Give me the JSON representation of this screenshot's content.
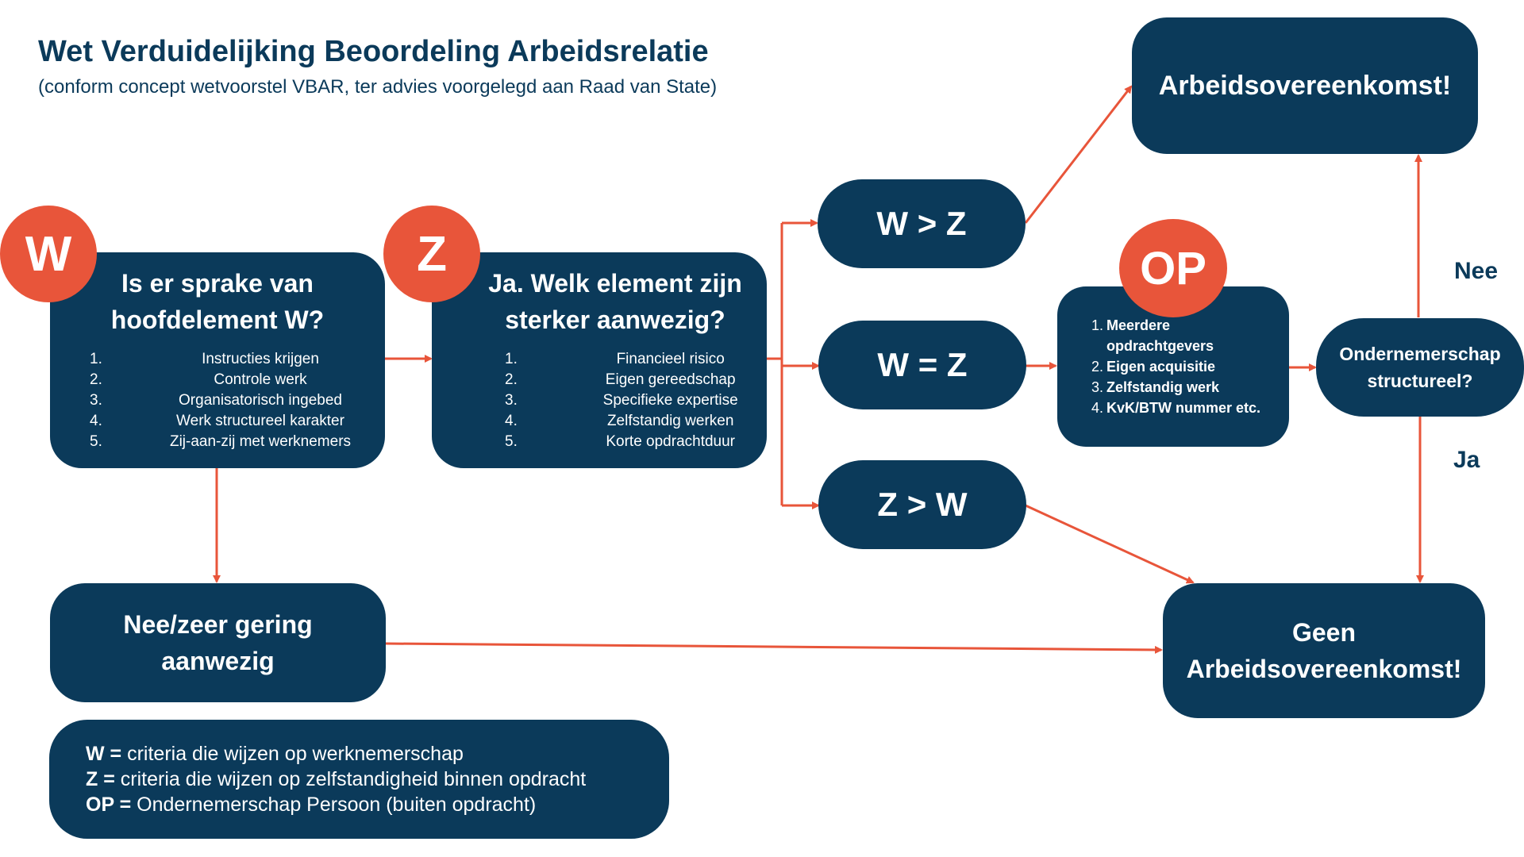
{
  "title": "Wet Verduidelijking Beoordeling Arbeidsrelatie",
  "subtitle": "(conform concept wetvoorstel VBAR, ter advies voorgelegd aan Raad van State)",
  "colors": {
    "navy": "#0b3a5a",
    "accent": "#e8553a",
    "background": "#ffffff"
  },
  "badges": {
    "w": "W",
    "z": "Z",
    "op": "OP"
  },
  "box_w": {
    "line1": "Is er sprake van",
    "line2": "hoofdelement W?",
    "items": [
      {
        "num": "1.",
        "text": "Instructies krijgen"
      },
      {
        "num": "2.",
        "text": "Controle werk"
      },
      {
        "num": "3.",
        "text": "Organisatorisch ingebed"
      },
      {
        "num": "4.",
        "text": "Werk structureel karakter"
      },
      {
        "num": "5.",
        "text": "Zij-aan-zij met werknemers"
      }
    ]
  },
  "box_z": {
    "line1": "Ja. Welk element zijn",
    "line2": "sterker aanwezig?",
    "items": [
      {
        "num": "1.",
        "text": "Financieel risico"
      },
      {
        "num": "2.",
        "text": "Eigen gereedschap"
      },
      {
        "num": "3.",
        "text": "Specifieke expertise"
      },
      {
        "num": "4.",
        "text": "Zelfstandig werken"
      },
      {
        "num": "5.",
        "text": "Korte opdrachtduur"
      }
    ]
  },
  "outcomes": {
    "w_gt_z": "W > Z",
    "w_eq_z": "W = Z",
    "z_gt_w": "Z > W"
  },
  "box_op": {
    "items": [
      {
        "num": "1.",
        "text": "Meerdere"
      },
      {
        "num": "",
        "text": "opdrachtgevers"
      },
      {
        "num": "2.",
        "text": "Eigen acquisitie"
      },
      {
        "num": "3.",
        "text": "Zelfstandig werk"
      },
      {
        "num": "4.",
        "text": "KvK/BTW nummer etc."
      }
    ]
  },
  "ondernemerschap": {
    "line1": "Ondernemerschap",
    "line2": "structureel?"
  },
  "labels": {
    "nee": "Nee",
    "ja": "Ja"
  },
  "arbeidsovereenkomst": "Arbeidsovereenkomst!",
  "geen": {
    "line1": "Geen",
    "line2": "Arbeidsovereenkomst!"
  },
  "nee_box": {
    "line1": "Nee/zeer gering",
    "line2": "aanwezig"
  },
  "legend": [
    {
      "key": "W =",
      "text": " criteria die wijzen op werknemerschap"
    },
    {
      "key": "Z =",
      "text": " criteria die wijzen op zelfstandigheid binnen opdracht"
    },
    {
      "key": "OP =",
      "text": " Ondernemerschap Persoon (buiten opdracht)"
    }
  ]
}
